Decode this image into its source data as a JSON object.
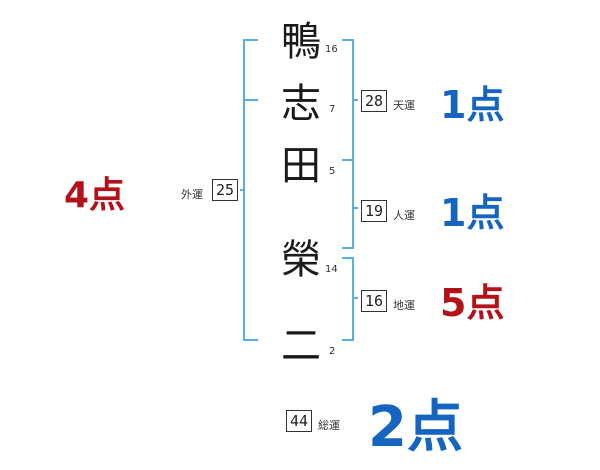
{
  "name_chars": [
    {
      "char": "鴨",
      "strokes": "16"
    },
    {
      "char": "志",
      "strokes": "7"
    },
    {
      "char": "田",
      "strokes": "5"
    },
    {
      "char": "榮",
      "strokes": "14"
    },
    {
      "char": "二",
      "strokes": "2"
    }
  ],
  "fortunes": {
    "gaiun": {
      "label": "外運",
      "value": "25",
      "score": "4点"
    },
    "tenun": {
      "label": "天運",
      "value": "28",
      "score": "1点"
    },
    "jinun": {
      "label": "人運",
      "value": "19",
      "score": "1点"
    },
    "chiun": {
      "label": "地運",
      "value": "16",
      "score": "5点"
    },
    "souun": {
      "label": "総運",
      "value": "44",
      "score": "2点"
    }
  },
  "colors": {
    "bracket": "#5aaee0",
    "good": "#1565c0",
    "bad": "#b3121b"
  }
}
